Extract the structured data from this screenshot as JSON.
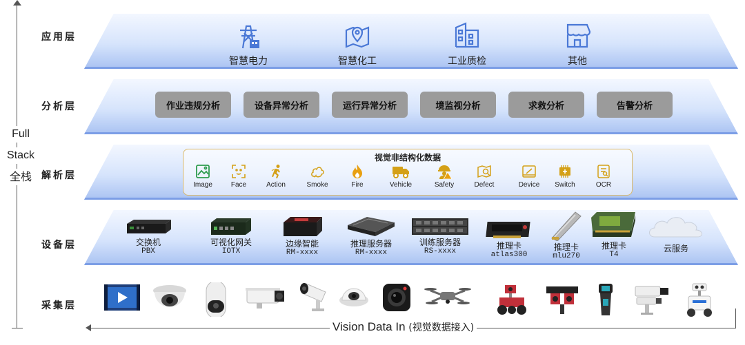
{
  "stack": {
    "en1": "Full",
    "en2": "Stack",
    "cn": "全栈"
  },
  "layers": {
    "app": "应用层",
    "analysis": "分析层",
    "parse": "解析层",
    "device": "设备层",
    "capture": "采集层"
  },
  "app_items": [
    {
      "label": "智慧电力",
      "icon": "power-tower-icon"
    },
    {
      "label": "智慧化工",
      "icon": "map-location-icon"
    },
    {
      "label": "工业质检",
      "icon": "building-icon"
    },
    {
      "label": "其他",
      "icon": "shop-icon"
    }
  ],
  "analysis_items": [
    "作业违规分析",
    "设备异常分析",
    "运行异常分析",
    "境监视分析",
    "求救分析",
    "告警分析"
  ],
  "parse": {
    "title": "视觉非结构化数据",
    "items": [
      "Image",
      "Face",
      "Action",
      "Smoke",
      "Fire",
      "Vehicle",
      "Safety",
      "Defect",
      "Device",
      "Switch",
      "OCR"
    ]
  },
  "devices": [
    {
      "name": "交换机",
      "model": "PBX",
      "icon": "switch-box-icon"
    },
    {
      "name": "可视化网关",
      "model": "IOTX",
      "icon": "gateway-box-icon"
    },
    {
      "name": "边缘智能",
      "model": "RM-xxxx",
      "icon": "edge-box-icon"
    },
    {
      "name": "推理服务器",
      "model": "RM-xxxx",
      "icon": "inference-server-icon"
    },
    {
      "name": "训练服务器",
      "model": "RS-xxxx",
      "icon": "training-server-icon"
    },
    {
      "name": "推理卡",
      "model": "atlas300",
      "icon": "atlas-card-icon"
    },
    {
      "name": "推理卡",
      "model": "mlu270",
      "icon": "mlu-card-icon"
    },
    {
      "name": "推理卡",
      "model": "T4",
      "icon": "t4-card-icon"
    },
    {
      "name": "云服务",
      "model": "",
      "icon": "cloud-icon"
    }
  ],
  "capture_items": [
    "video-file-icon",
    "dome-camera-icon",
    "ptz-camera-icon",
    "box-camera-icon",
    "bullet-camera-icon",
    "mini-dome-camera-icon",
    "webcam-icon",
    "drone-icon",
    "robot-vehicle-icon",
    "robot-arm-icon",
    "handheld-scanner-icon",
    "thermal-camera-icon",
    "patrol-robot-icon"
  ],
  "bottom": {
    "en": "Vision Data In",
    "cn": "(视觉数据接入)"
  },
  "colors": {
    "accent": "#4a78d6",
    "plate_edge": "#7c9ee6",
    "analysis_button": "#9b9b9b",
    "parse_border": "#d9b86a",
    "parse_icon": "#d4a017",
    "parse_icon_green": "#2e9c4e"
  }
}
